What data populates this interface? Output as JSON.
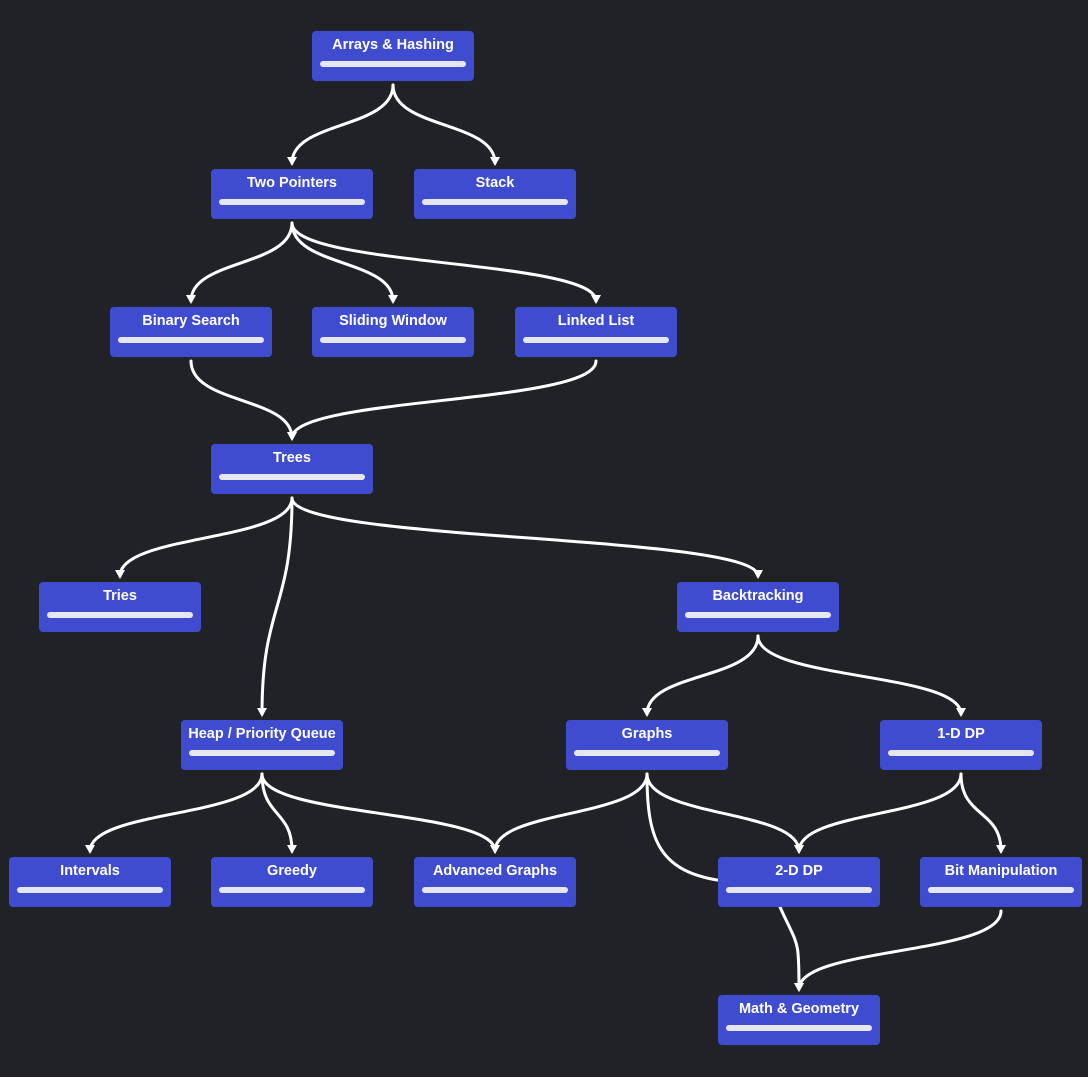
{
  "nodes": [
    {
      "id": "arrays-hashing",
      "label": "Arrays & Hashing"
    },
    {
      "id": "two-pointers",
      "label": "Two Pointers"
    },
    {
      "id": "stack",
      "label": "Stack"
    },
    {
      "id": "binary-search",
      "label": "Binary Search"
    },
    {
      "id": "sliding-window",
      "label": "Sliding Window"
    },
    {
      "id": "linked-list",
      "label": "Linked List"
    },
    {
      "id": "trees",
      "label": "Trees"
    },
    {
      "id": "tries",
      "label": "Tries"
    },
    {
      "id": "backtracking",
      "label": "Backtracking"
    },
    {
      "id": "heap-priority-queue",
      "label": "Heap / Priority Queue"
    },
    {
      "id": "graphs",
      "label": "Graphs"
    },
    {
      "id": "one-d-dp",
      "label": "1-D DP"
    },
    {
      "id": "intervals",
      "label": "Intervals"
    },
    {
      "id": "greedy",
      "label": "Greedy"
    },
    {
      "id": "advanced-graphs",
      "label": "Advanced Graphs"
    },
    {
      "id": "two-d-dp",
      "label": "2-D DP"
    },
    {
      "id": "bit-manipulation",
      "label": "Bit Manipulation"
    },
    {
      "id": "math-geometry",
      "label": "Math & Geometry"
    }
  ],
  "edges": [
    {
      "from": "arrays-hashing",
      "to": "two-pointers"
    },
    {
      "from": "arrays-hashing",
      "to": "stack"
    },
    {
      "from": "two-pointers",
      "to": "binary-search"
    },
    {
      "from": "two-pointers",
      "to": "sliding-window"
    },
    {
      "from": "two-pointers",
      "to": "linked-list"
    },
    {
      "from": "binary-search",
      "to": "trees"
    },
    {
      "from": "linked-list",
      "to": "trees"
    },
    {
      "from": "trees",
      "to": "tries"
    },
    {
      "from": "trees",
      "to": "heap-priority-queue"
    },
    {
      "from": "trees",
      "to": "backtracking"
    },
    {
      "from": "backtracking",
      "to": "graphs"
    },
    {
      "from": "backtracking",
      "to": "one-d-dp"
    },
    {
      "from": "heap-priority-queue",
      "to": "intervals"
    },
    {
      "from": "heap-priority-queue",
      "to": "greedy"
    },
    {
      "from": "heap-priority-queue",
      "to": "advanced-graphs"
    },
    {
      "from": "graphs",
      "to": "advanced-graphs"
    },
    {
      "from": "graphs",
      "to": "two-d-dp"
    },
    {
      "from": "graphs",
      "to": "math-geometry"
    },
    {
      "from": "one-d-dp",
      "to": "two-d-dp"
    },
    {
      "from": "one-d-dp",
      "to": "bit-manipulation"
    },
    {
      "from": "two-d-dp",
      "to": "math-geometry"
    },
    {
      "from": "bit-manipulation",
      "to": "math-geometry"
    }
  ],
  "colors": {
    "background": "#212227",
    "node_fill": "#3f4cd0",
    "node_text": "#ffffff",
    "progress_track": "#e6e6ee",
    "edge": "#ffffff"
  }
}
